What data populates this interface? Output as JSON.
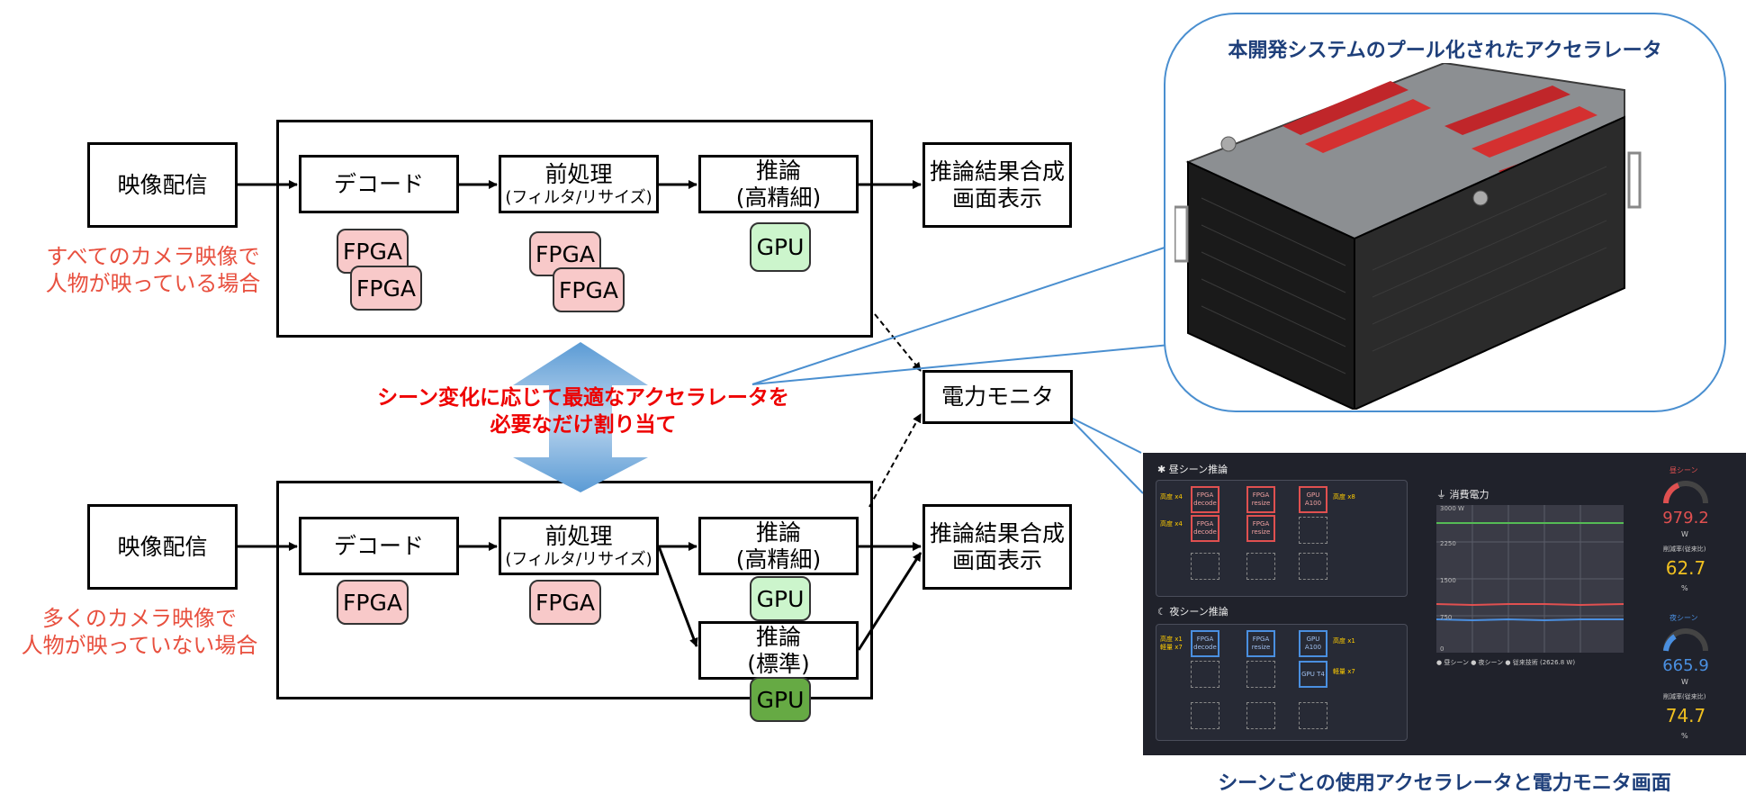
{
  "top_flow": {
    "source": "映像配信",
    "decode": "デコード",
    "preprocess": "前処理",
    "preprocess_sub": "(フィルタ/リサイズ)",
    "infer": "推論",
    "infer_sub": "(高精細)",
    "result_line1": "推論結果合成",
    "result_line2": "画面表示",
    "case_line1": "すべてのカメラ映像で",
    "case_line2": "人物が映っている場合",
    "chips": {
      "fpga": "FPGA",
      "gpu": "GPU"
    }
  },
  "bottom_flow": {
    "source": "映像配信",
    "decode": "デコード",
    "preprocess": "前処理",
    "preprocess_sub": "(フィルタ/リサイズ)",
    "infer_hd": "推論",
    "infer_hd_sub": "(高精細)",
    "infer_std": "推論",
    "infer_std_sub": "(標準)",
    "result_line1": "推論結果合成",
    "result_line2": "画面表示",
    "case_line1": "多くのカメラ映像で",
    "case_line2": "人物が映っていない場合",
    "chips": {
      "fpga": "FPGA",
      "gpu": "GPU"
    }
  },
  "callout_line1": "シーン変化に応じて最適なアクセラレータを",
  "callout_line2": "必要なだけ割り当て",
  "power_monitor": "電力モニタ",
  "photo_title": "本開発システムのプール化されたアクセラレータ",
  "dashboard_caption": "シーンごとの使用アクセラレータと電力モニタ画面",
  "dashboard": {
    "day_title": "昼シーン推論",
    "night_title": "夜シーン推論",
    "power_title": "消費電力",
    "y_ticks": [
      "3000 W",
      "2250",
      "1500",
      "750",
      "0"
    ],
    "legend": "● 昼シーン ● 夜シーン ● 従来技術 (2626.8 W)",
    "day_label": "昼シーン",
    "day_value": "979.2",
    "day_unit": "W",
    "day_reduction_label": "削減率(従来比)",
    "day_reduction": "62.7",
    "night_label": "夜シーン",
    "night_value": "665.9",
    "night_unit": "W",
    "night_reduction_label": "削減率(従来比)",
    "night_reduction": "74.7",
    "pct": "%",
    "day_nodes": [
      "FPGA decode",
      "FPGA resize",
      "GPU A100"
    ],
    "day_nodes2": [
      "FPGA decode",
      "FPGA resize"
    ],
    "night_nodes": [
      "FPGA decode",
      "FPGA resize",
      "GPU A100"
    ],
    "night_node_t4": "GPU T4",
    "day_in1": "高度 x4",
    "day_in2": "高度 x4",
    "day_out": "高度 x8",
    "night_in": "高度 x1 軽量 x7",
    "night_out1": "高度 x1",
    "night_out2": "軽量 x7"
  },
  "colors": {
    "fpga": "#f8c9c9",
    "gpu_light": "#ccf5cc",
    "gpu_dark": "#66aa44",
    "arrow_blue": "#5b9bd5",
    "red_text": "#e8503f",
    "day_line": "#e05050",
    "night_line": "#4a8fe0",
    "legacy_line": "#55bb55"
  }
}
